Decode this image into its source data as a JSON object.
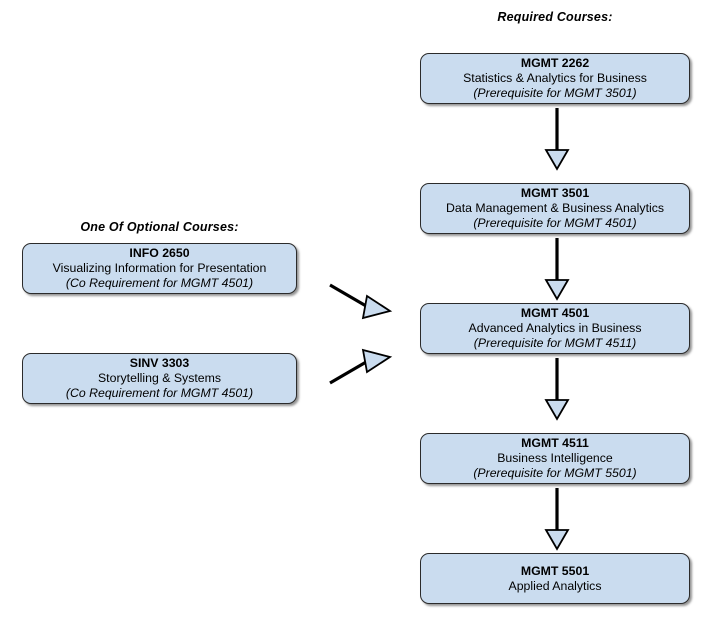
{
  "diagram": {
    "title_required": "Required Courses:",
    "title_optional": "One Of Optional Courses:",
    "colors": {
      "box_fill": "#cadcef",
      "box_border": "#2b2b2b",
      "arrow_stem": "#000000",
      "arrow_head_fill": "#cadcef",
      "background": "#ffffff"
    },
    "required_courses": [
      {
        "code": "MGMT 2262",
        "title": "Statistics & Analytics for Business",
        "note": "(Prerequisite for MGMT 3501)"
      },
      {
        "code": "MGMT 3501",
        "title": "Data Management & Business Analytics",
        "note": "(Prerequisite for MGMT 4501)"
      },
      {
        "code": "MGMT 4501",
        "title": "Advanced Analytics in Business",
        "note": "(Prerequisite for MGMT 4511)"
      },
      {
        "code": "MGMT 4511",
        "title": "Business Intelligence",
        "note": "(Prerequisite for MGMT 5501)"
      },
      {
        "code": "MGMT 5501",
        "title": "Applied Analytics",
        "note": ""
      }
    ],
    "optional_courses": [
      {
        "code": "INFO 2650",
        "title": "Visualizing Information for Presentation",
        "note": "(Co Requirement for MGMT 4501)"
      },
      {
        "code": "SINV 3303",
        "title": "Storytelling & Systems",
        "note": "(Co Requirement for MGMT 4501)"
      }
    ],
    "connectors": [
      {
        "name": "arrow-2262-to-3501",
        "kind": "vertical-down"
      },
      {
        "name": "arrow-3501-to-4501",
        "kind": "vertical-down"
      },
      {
        "name": "arrow-4501-to-4511",
        "kind": "vertical-down"
      },
      {
        "name": "arrow-4511-to-5501",
        "kind": "vertical-down"
      },
      {
        "name": "arrow-info2650-to-4501",
        "kind": "diagonal-down-right"
      },
      {
        "name": "arrow-sinv3303-to-4501",
        "kind": "diagonal-up-right"
      }
    ]
  }
}
